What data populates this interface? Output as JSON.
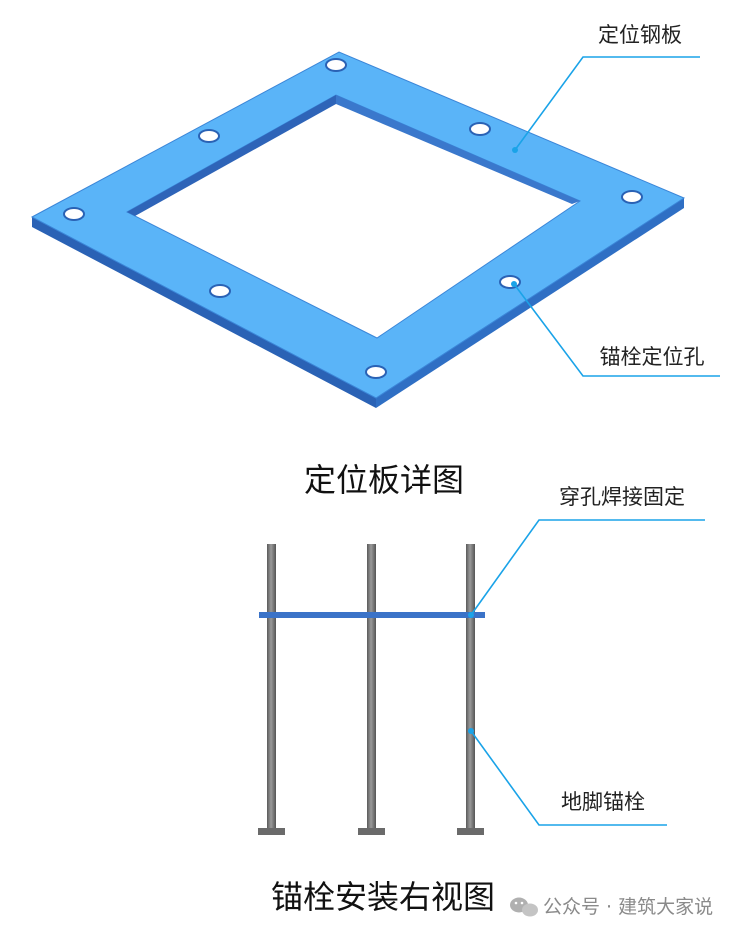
{
  "plate_detail": {
    "label_plate": "定位钢板",
    "label_hole": "锚栓定位孔",
    "caption": "定位板详图"
  },
  "anchor_view": {
    "label_weld": "穿孔焊接固定",
    "label_bolt": "地脚锚栓",
    "caption": "锚栓安装右视图"
  },
  "watermark": {
    "text": "公众号 · 建筑大家说"
  },
  "colors": {
    "plate_top": "#5ab4f8",
    "plate_edge": "#2f6fc4",
    "leader": "#1aa3e8",
    "bolt": "#6f6f6f",
    "weld_bar": "#3b73c8"
  }
}
